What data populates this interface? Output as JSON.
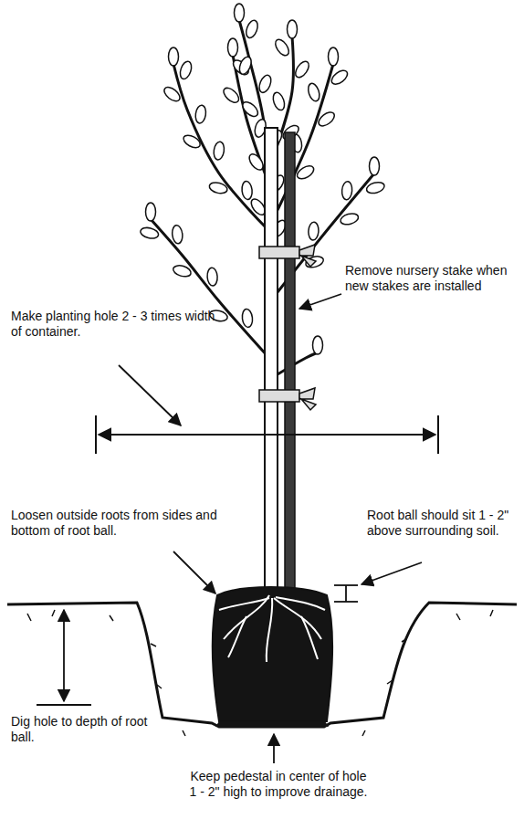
{
  "diagram": {
    "labels": [
      "Remove nursery stake when new stakes are installed",
      "Make planting hole 2 - 3 times width of container.",
      "Loosen outside roots from sides and bottom of root ball.",
      "Root ball should sit 1 - 2\" above surrounding soil.",
      "Dig hole to depth of root ball.",
      "Keep pedestal in center of hole 1 - 2\" high to improve drainage."
    ]
  }
}
